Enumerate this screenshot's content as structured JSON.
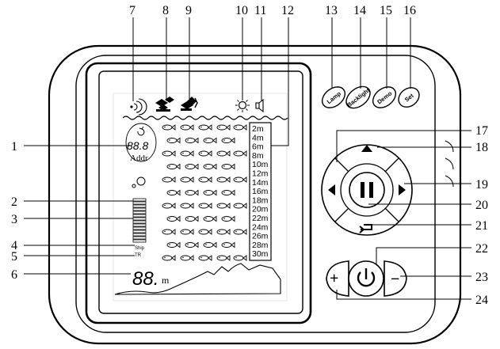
{
  "callouts": {
    "c1": "1",
    "c2": "2",
    "c3": "3",
    "c4": "4",
    "c5": "5",
    "c6": "6",
    "c7": "7",
    "c8": "8",
    "c9": "9",
    "c10": "10",
    "c11": "11",
    "c12": "12",
    "c13": "13",
    "c14": "14",
    "c15": "15",
    "c16": "16",
    "c17": "17",
    "c18": "18",
    "c19": "19",
    "c20": "20",
    "c21": "21",
    "c22": "22",
    "c23": "23",
    "c24": "24"
  },
  "buttons": {
    "lamp": "Lamp",
    "backlight": "Backlight",
    "demo": "Demo",
    "set": "Set",
    "plus": "+",
    "minus": "−"
  },
  "screen": {
    "addr_value": "88.8",
    "addr_label": "Addr",
    "ship_label": "Ship",
    "tr_label": "TR",
    "depth_value": "88.",
    "depth_unit": "m",
    "depth_scale": [
      "2m",
      "4m",
      "6m",
      "8m",
      "10m",
      "12m",
      "14m",
      "16m",
      "18m",
      "20m",
      "22m",
      "24m",
      "26m",
      "28m",
      "30m"
    ]
  },
  "icons": {
    "signal": "signal-icon",
    "fish_school": "fish-school-icon",
    "fish_alarm": "fish-alarm-icon",
    "lamp": "lamp-icon",
    "speaker": "speaker-icon",
    "up": "arrow-up-icon",
    "down": "arrow-down-icon",
    "left": "arrow-left-icon",
    "right": "arrow-right-icon",
    "pause": "pause-icon",
    "back": "back-icon",
    "power": "power-icon",
    "fish": "fish-icon"
  }
}
